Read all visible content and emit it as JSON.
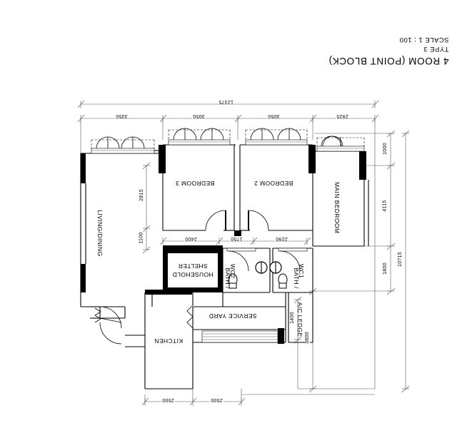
{
  "drawing": {
    "title": "4 ROOM (POINT BLOCK)",
    "type": "TYPE 3",
    "scale": "SCALE 1 : 100",
    "background": "#ffffff",
    "line_color": "#000000"
  },
  "rooms": [
    {
      "id": "living-dining",
      "label": "LIVING/DINING"
    },
    {
      "id": "bedroom-3",
      "label": "BEDROOM 3"
    },
    {
      "id": "bedroom-2",
      "label": "BEDROOM 2"
    },
    {
      "id": "main-bedroom",
      "label": "MAIN BEDROOM"
    },
    {
      "id": "household-shelter",
      "label": "HOUSEHOLD\nSHELTER"
    },
    {
      "id": "household-shelter-line1",
      "label": "HOUSEHOLD"
    },
    {
      "id": "household-shelter-line2",
      "label": "SHELTER"
    },
    {
      "id": "bath-wc2",
      "label": "BATH /"
    },
    {
      "id": "bath-wc2-num",
      "label": "WC2"
    },
    {
      "id": "bath-wc1",
      "label": "BATH /"
    },
    {
      "id": "bath-wc1-num",
      "label": "WC1"
    },
    {
      "id": "kitchen",
      "label": "KITCHEN"
    },
    {
      "id": "service-yard",
      "label": "SERVICE YARD"
    },
    {
      "id": "ac-ledge",
      "label": "A/C LEDGE"
    }
  ],
  "dimensions": {
    "top_overall": "12375",
    "top_chain": [
      "3350",
      "3050",
      "3050",
      "2925"
    ],
    "right_overall": "10715",
    "right_chain": [
      "1000",
      "4115",
      "1800"
    ],
    "right_lower": [
      "1400",
      "3800"
    ],
    "bottom_chain": [
      "2500",
      "2500"
    ],
    "inner_left": [
      "2815",
      "1100"
    ],
    "inner_mid": [
      "2400",
      "1750",
      "2290"
    ]
  }
}
